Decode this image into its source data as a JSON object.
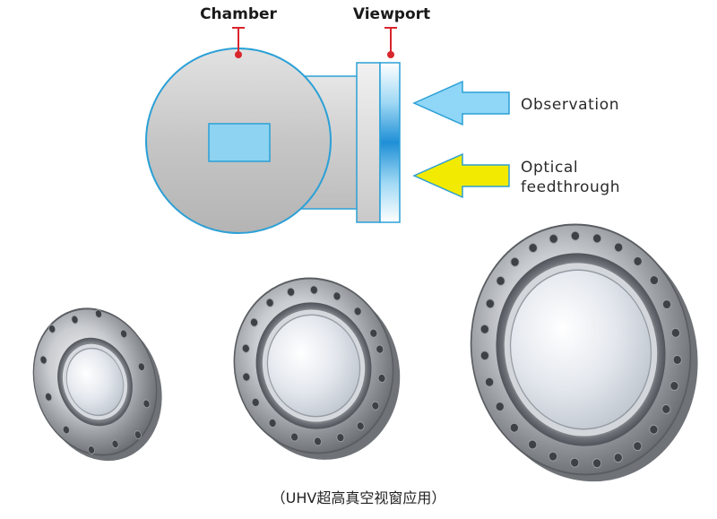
{
  "diagram": {
    "chamber_label": "Chamber",
    "viewport_label": "Viewport",
    "observation_label": "Observation",
    "optical_label_line1": "Optical",
    "optical_label_line2": "feedthrough"
  },
  "colors": {
    "outline": "#2ba0d6",
    "chamber_fill": "#c9c9c9",
    "window_fill": "#8ed3f2",
    "observation_arrow": "#8fd6f7",
    "feedthrough_arrow": "#f2ea00",
    "marker": "#d9262c"
  },
  "caption": "（UHV超高真空视窗应用）"
}
